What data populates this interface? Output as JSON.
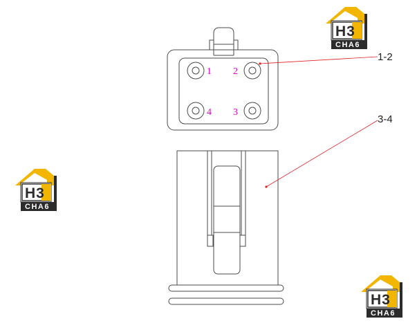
{
  "drawing": {
    "hole_labels": [
      "1",
      "2",
      "3",
      "4"
    ],
    "callouts": [
      "1-2",
      "3-4"
    ],
    "colors": {
      "line": "#4a4a4a",
      "hole_label": "#e000c8",
      "leader": "#e02020"
    }
  },
  "watermark": {
    "main_text": "H3",
    "sub_text": "CHA6",
    "colors": {
      "roof": "#f2b500",
      "dark": "#2b2b2b",
      "light": "#ffffff"
    }
  }
}
